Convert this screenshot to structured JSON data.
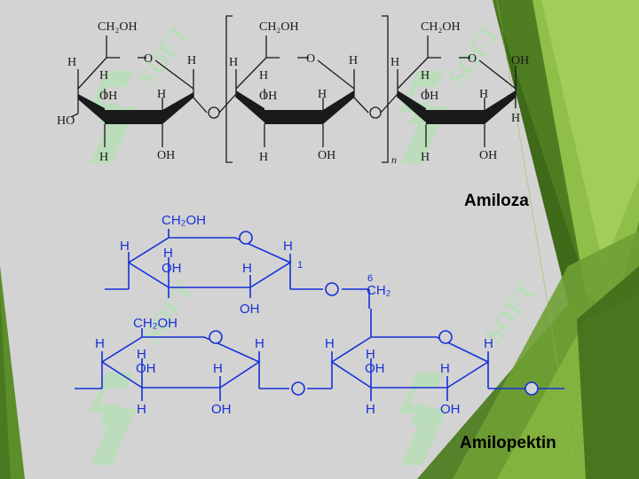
{
  "slide": {
    "captions": {
      "amylose": "Amiloza",
      "amylopectin": "Amilopektin"
    },
    "watermark": "SOFT",
    "colors": {
      "background": "#d3d3d3",
      "green_dark": "#4e7d22",
      "green_mid": "#6fa034",
      "green_light": "#96c24e",
      "amylose_ink": "#1a1a1a",
      "amylopectin_ink": "#1530d8"
    }
  },
  "amylose": {
    "rings": [
      {
        "ch2oh": "CH₂OH",
        "ring_o": "O",
        "h_top_left": "H",
        "h_top_inner": "H",
        "h_top_right": "H",
        "h_mid": "H",
        "oh_mid": "OH",
        "left_sub": "HO",
        "h_bottom": "H",
        "oh_bottom": "OH"
      },
      {
        "ch2oh": "CH₂OH",
        "ring_o": "O",
        "h_top_left": "H",
        "h_top_inner": "H",
        "h_top_right": "H",
        "h_mid": "H",
        "oh_mid": "OH",
        "h_bottom": "H",
        "oh_bottom": "OH"
      },
      {
        "ch2oh": "CH₂OH",
        "ring_o": "O",
        "h_top_left": "H",
        "h_top_inner": "H",
        "right_top": "OH",
        "right_bottom": "H",
        "h_mid": "H",
        "oh_mid": "OH",
        "h_bottom": "H",
        "oh_bottom": "OH"
      }
    ],
    "bridge_o_1": "O",
    "bridge_o_2": "O",
    "repeat_n": "n"
  },
  "amylopectin": {
    "top_ring": {
      "ch2oh": "CH₂OH",
      "ring_o": "O",
      "h_left": "H",
      "h_inner": "H",
      "h_right": "H",
      "carbon_1": "1",
      "oh_mid": "OH",
      "h_mid": "H",
      "oh_bottom": "OH"
    },
    "bridge_o_top": "O",
    "ch2_label": "CH₂",
    "carbon_6": "6",
    "bottom_left_ring": {
      "ch2oh": "CH₂OH",
      "ring_o": "O",
      "h_left": "H",
      "h_inner": "H",
      "h_right": "H",
      "oh_mid": "OH",
      "h_mid": "H",
      "h_bottom": "H",
      "oh_bottom": "OH"
    },
    "bridge_o_bottom": "O",
    "bottom_right_ring": {
      "ring_o": "O",
      "h_left": "H",
      "h_inner": "H",
      "h_right": "H",
      "oh_mid": "OH",
      "h_mid": "H",
      "h_bottom": "H",
      "oh_bottom": "OH"
    },
    "terminal_o": "O"
  }
}
